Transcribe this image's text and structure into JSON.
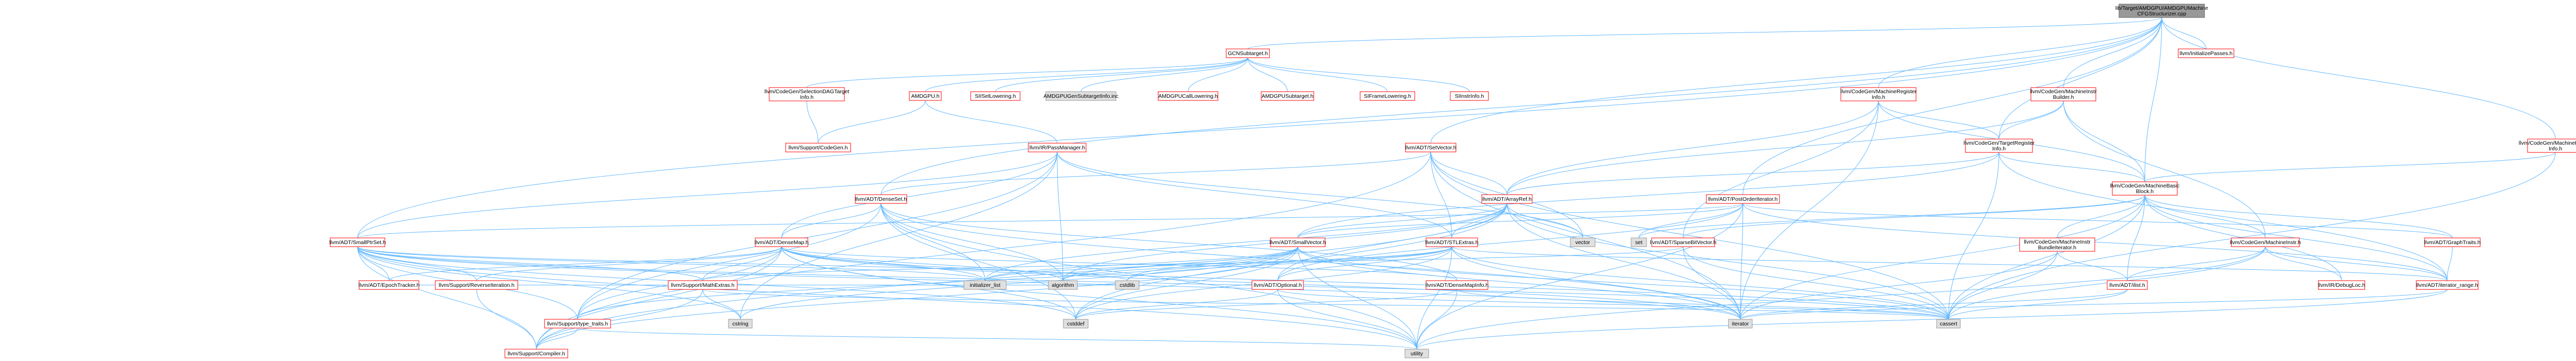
{
  "colors": {
    "edge": "#63B8FF",
    "root_fill": "#999999",
    "root_stroke": "#666666",
    "linked_stroke": "#FF0000",
    "external_stroke": "#999999",
    "gray_fill": "#E0E0E0",
    "text": "#000000"
  },
  "nodes": [
    {
      "id": "root",
      "label": [
        "lib/Target/AMDGPU/AMDGPUMachine",
        "CFGStructurizer.cpp"
      ],
      "style": "root"
    },
    {
      "id": "gcn",
      "label": [
        "GCNSubtarget.h"
      ],
      "style": "linked"
    },
    {
      "id": "initpass",
      "label": [
        "llvm/InitializePasses.h"
      ],
      "style": "linked"
    },
    {
      "id": "cgseltarget",
      "label": [
        "llvm/CodeGen/SelectionDAGTarget",
        "Info.h"
      ],
      "style": "linked"
    },
    {
      "id": "amdgpuh",
      "label": [
        "AMDGPU.h"
      ],
      "style": "linked"
    },
    {
      "id": "siisel",
      "label": [
        "SIISelLowering.h"
      ],
      "style": "linked"
    },
    {
      "id": "genst",
      "label": [
        "AMDGPUGenSubtargetInfo.inc"
      ],
      "style": "gray"
    },
    {
      "id": "calllow",
      "label": [
        "AMDGPUCallLowering.h"
      ],
      "style": "linked"
    },
    {
      "id": "amdgpust",
      "label": [
        "AMDGPUSubtarget.h"
      ],
      "style": "linked"
    },
    {
      "id": "siframe",
      "label": [
        "SIFrameLowering.h"
      ],
      "style": "linked"
    },
    {
      "id": "siinstr",
      "label": [
        "SIInstrInfo.h"
      ],
      "style": "linked"
    },
    {
      "id": "cgmrinfo",
      "label": [
        "llvm/CodeGen/MachineRegister",
        "Info.h"
      ],
      "style": "linked"
    },
    {
      "id": "cgmibuilder",
      "label": [
        "llvm/CodeGen/MachineInstr",
        "Builder.h"
      ],
      "style": "linked"
    },
    {
      "id": "cgregioninfo",
      "label": [
        "llvm/CodeGen/MachineRegion",
        "Info.h"
      ],
      "style": "linked"
    },
    {
      "id": "cgsupport",
      "label": [
        "llvm/Support/CodeGen.h"
      ],
      "style": "linked"
    },
    {
      "id": "passmgr",
      "label": [
        "llvm/IR/PassManager.h"
      ],
      "style": "linked"
    },
    {
      "id": "setvector",
      "label": [
        "llvm/ADT/SetVector.h"
      ],
      "style": "linked"
    },
    {
      "id": "tri",
      "label": [
        "llvm/CodeGen/TargetRegister",
        "Info.h"
      ],
      "style": "linked"
    },
    {
      "id": "mbb",
      "label": [
        "llvm/CodeGen/MachineBasic",
        "Block.h"
      ],
      "style": "linked"
    },
    {
      "id": "po",
      "label": [
        "llvm/ADT/PostOrderIterator.h"
      ],
      "style": "linked"
    },
    {
      "id": "denseset",
      "label": [
        "llvm/ADT/DenseSet.h"
      ],
      "style": "linked"
    },
    {
      "id": "arrayref",
      "label": [
        "llvm/ADT/ArrayRef.h"
      ],
      "style": "linked"
    },
    {
      "id": "smallptr",
      "label": [
        "llvm/ADT/SmallPtrSet.h"
      ],
      "style": "linked"
    },
    {
      "id": "densemap",
      "label": [
        "llvm/ADT/DenseMap.h"
      ],
      "style": "linked"
    },
    {
      "id": "smallvec",
      "label": [
        "llvm/ADT/SmallVector.h"
      ],
      "style": "linked"
    },
    {
      "id": "stlextras",
      "label": [
        "llvm/ADT/STLExtras.h"
      ],
      "style": "linked"
    },
    {
      "id": "sparsebv",
      "label": [
        "llvm/ADT/SparseBitVector.h"
      ],
      "style": "linked"
    },
    {
      "id": "mibundle",
      "label": [
        "llvm/CodeGen/MachineInstr",
        "BundleIterator.h"
      ],
      "style": "linked"
    },
    {
      "id": "mi",
      "label": [
        "llvm/CodeGen/MachineInstr.h"
      ],
      "style": "linked"
    },
    {
      "id": "graphtraits",
      "label": [
        "llvm/ADT/GraphTraits.h"
      ],
      "style": "linked"
    },
    {
      "id": "vector",
      "label": [
        "vector"
      ],
      "style": "gray"
    },
    {
      "id": "set",
      "label": [
        "set"
      ],
      "style": "gray"
    },
    {
      "id": "ilist",
      "label": [
        "llvm/ADT/ilist.h"
      ],
      "style": "linked"
    },
    {
      "id": "debugloc",
      "label": [
        "llvm/IR/DebugLoc.h"
      ],
      "style": "linked"
    },
    {
      "id": "iterrange",
      "label": [
        "llvm/ADT/iterator_range.h"
      ],
      "style": "linked"
    },
    {
      "id": "epoch",
      "label": [
        "llvm/ADT/EpochTracker.h"
      ],
      "style": "linked"
    },
    {
      "id": "reviter",
      "label": [
        "llvm/Support/ReverseIteration.h"
      ],
      "style": "linked"
    },
    {
      "id": "mathextras",
      "label": [
        "llvm/Support/MathExtras.h"
      ],
      "style": "linked"
    },
    {
      "id": "initlist",
      "label": [
        "initializer_list"
      ],
      "style": "gray"
    },
    {
      "id": "algorithm",
      "label": [
        "algorithm"
      ],
      "style": "gray"
    },
    {
      "id": "cstdlib",
      "label": [
        "cstdlib"
      ],
      "style": "gray"
    },
    {
      "id": "optional",
      "label": [
        "llvm/ADT/Optional.h"
      ],
      "style": "linked"
    },
    {
      "id": "densemapinfo",
      "label": [
        "llvm/ADT/DenseMapInfo.h"
      ],
      "style": "linked"
    },
    {
      "id": "cstring",
      "label": [
        "cstring"
      ],
      "style": "gray"
    },
    {
      "id": "typetraits",
      "label": [
        "llvm/Support/type_traits.h"
      ],
      "style": "linked"
    },
    {
      "id": "cstddef",
      "label": [
        "cstddef"
      ],
      "style": "gray"
    },
    {
      "id": "iterator",
      "label": [
        "iterator"
      ],
      "style": "gray"
    },
    {
      "id": "cassert",
      "label": [
        "cassert"
      ],
      "style": "gray"
    },
    {
      "id": "compiler",
      "label": [
        "llvm/Support/Compiler.h"
      ],
      "style": "linked"
    },
    {
      "id": "utility",
      "label": [
        "utility"
      ],
      "style": "gray"
    }
  ]
}
